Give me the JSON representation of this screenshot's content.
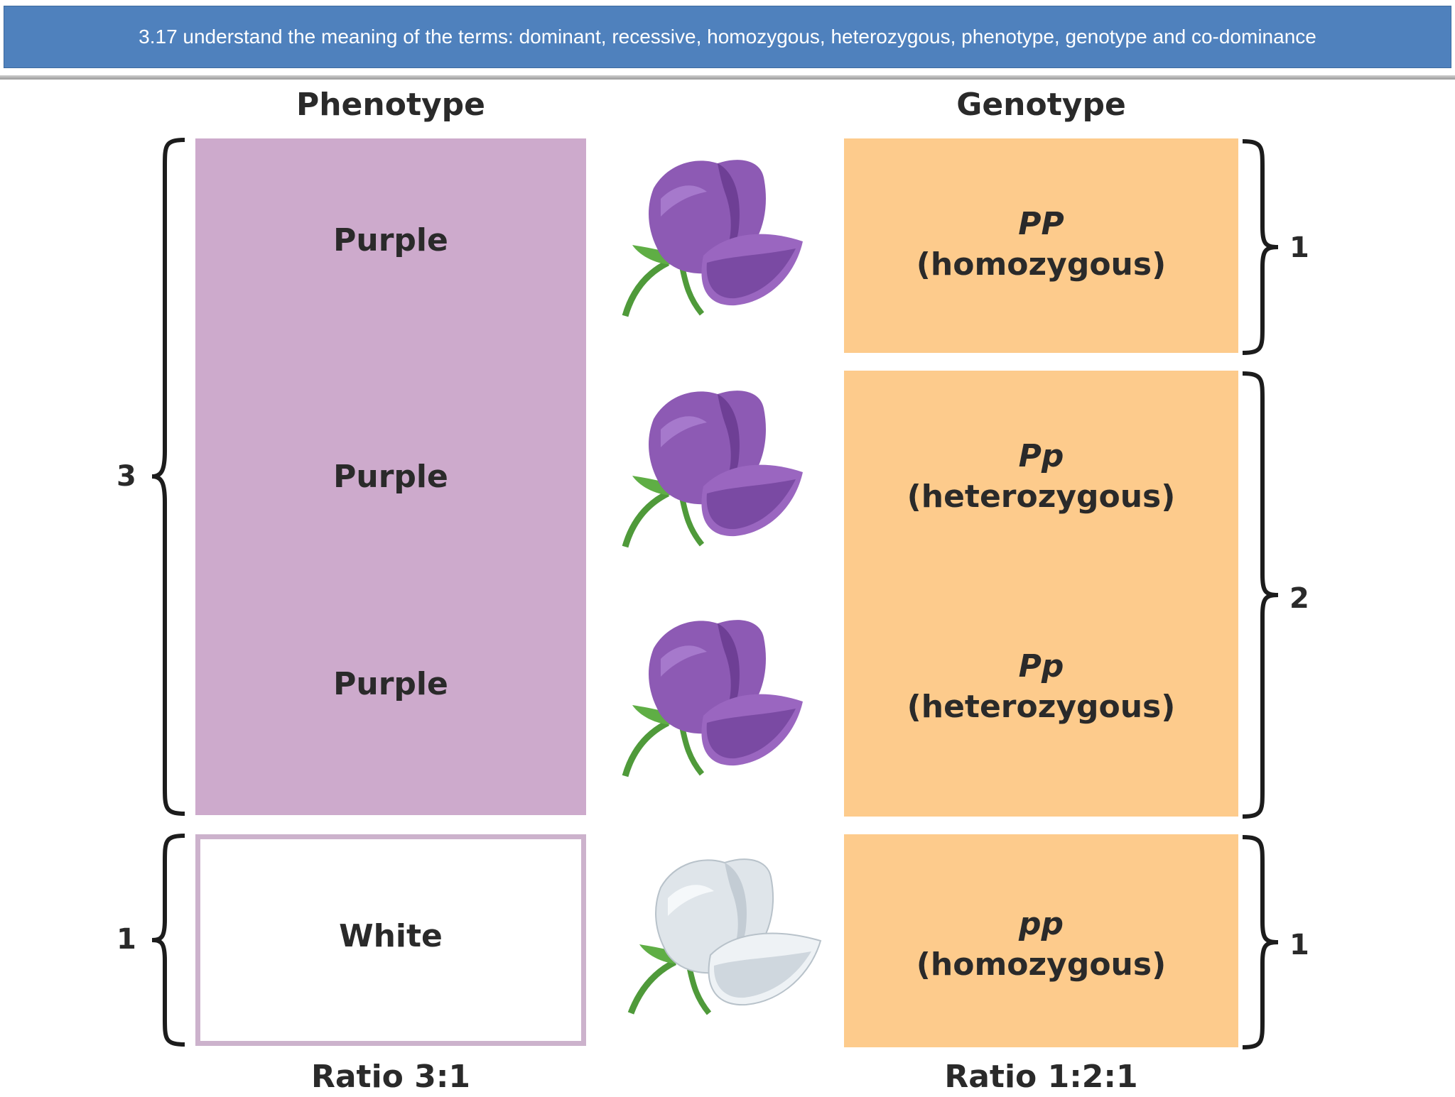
{
  "header": {
    "title": "3.17 understand the meaning of the terms: dominant, recessive, homozygous, heterozygous, phenotype, genotype and co-dominance"
  },
  "phenotype": {
    "title": "Phenotype",
    "rows": [
      "Purple",
      "Purple",
      "Purple",
      "White"
    ],
    "group_counts": [
      "3",
      "1"
    ],
    "ratio": "Ratio 3:1"
  },
  "genotype": {
    "title": "Genotype",
    "rows": [
      {
        "symbol": "PP",
        "type": "(homozygous)"
      },
      {
        "symbol": "Pp",
        "type": "(heterozygous)"
      },
      {
        "symbol": "Pp",
        "type": "(heterozygous)"
      },
      {
        "symbol": "pp",
        "type": "(homozygous)"
      }
    ],
    "group_counts": [
      "1",
      "2",
      "1"
    ],
    "ratio": "Ratio 1:2:1"
  },
  "flowers": [
    "purple-flower-icon",
    "purple-flower-icon",
    "purple-flower-icon",
    "white-flower-icon"
  ],
  "colors": {
    "header": "#4f81bd",
    "phenotype_purple": "#cdaacc",
    "genotype_orange": "#fdcb8c",
    "white_border": "#ccb2cc"
  }
}
